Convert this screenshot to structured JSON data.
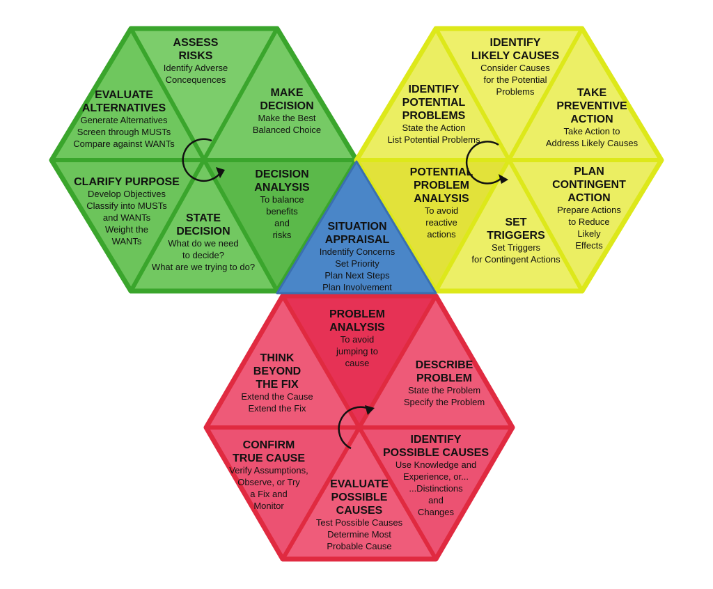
{
  "colors": {
    "green_light": "#7ccd6b",
    "green_dark": "#5bb94a",
    "green_edge": "#3aa52c",
    "yellow_light": "#eef06a",
    "yellow_dark": "#e2e23a",
    "yellow_edge": "#dde81a",
    "red_light": "#ee5a78",
    "red_dark": "#e63255",
    "red_edge": "#e02a40",
    "blue": "#4a86c8",
    "blue_edge": "#3a6fb0",
    "text": "#111111"
  },
  "center": {
    "title": [
      "SITUATION",
      "APPRAISAL"
    ],
    "body": [
      "Indentify Concerns",
      "Set Priority",
      "Plan Next Steps",
      "Plan Involvement"
    ]
  },
  "decision": {
    "assess_risks": {
      "title": [
        "ASSESS",
        "RISKS"
      ],
      "body": [
        "Identify Adverse",
        "Concequences"
      ]
    },
    "make_decision": {
      "title": [
        "MAKE",
        "DECISION"
      ],
      "body": [
        "Make the Best",
        "Balanced Choice"
      ]
    },
    "evaluate_alternatives": {
      "title": [
        "EVALUATE",
        "ALTERNATIVES"
      ],
      "body": [
        "Generate Alternatives",
        "Screen through MUSTs",
        "Compare against WANTs"
      ]
    },
    "clarify_purpose": {
      "title": [
        "CLARIFY PURPOSE"
      ],
      "body": [
        "Develop Objectives",
        "Classify into MUSTs",
        "and WANTs",
        "Weight the",
        "WANTs"
      ]
    },
    "state_decision": {
      "title": [
        "STATE",
        "DECISION"
      ],
      "body": [
        "What do we need",
        "to decide?",
        "What are we trying to do?"
      ]
    },
    "decision_analysis": {
      "title": [
        "DECISION",
        "ANALYSIS"
      ],
      "body": [
        "To balance",
        "benefits",
        "and",
        "risks"
      ]
    }
  },
  "potential": {
    "identify_likely_causes": {
      "title": [
        "IDENTIFY",
        "LIKELY CAUSES"
      ],
      "body": [
        "Consider Causes",
        "for the Potential",
        "Problems"
      ]
    },
    "identify_potential_problems": {
      "title": [
        "IDENTIFY",
        "POTENTIAL",
        "PROBLEMS"
      ],
      "body": [
        "State the Action",
        "List Potential Problems"
      ]
    },
    "take_preventive_action": {
      "title": [
        "TAKE",
        "PREVENTIVE",
        "ACTION"
      ],
      "body": [
        "Take Action to",
        "Address Likely Causes"
      ]
    },
    "potential_problem_analysis": {
      "title": [
        "POTENTIAL",
        "PROBLEM",
        "ANALYSIS"
      ],
      "body": [
        "To avoid",
        "reactive",
        "actions"
      ]
    },
    "plan_contingent_action": {
      "title": [
        "PLAN",
        "CONTINGENT",
        "ACTION"
      ],
      "body": [
        "Prepare Actions",
        "to Reduce",
        "Likely",
        "Effects"
      ]
    },
    "set_triggers": {
      "title": [
        "SET",
        "TRIGGERS"
      ],
      "body": [
        "Set Triggers",
        "for Contingent Actions"
      ]
    }
  },
  "problem": {
    "problem_analysis": {
      "title": [
        "PROBLEM",
        "ANALYSIS"
      ],
      "body": [
        "To avoid",
        "jumping to",
        "cause"
      ]
    },
    "think_beyond_the_fix": {
      "title": [
        "THINK",
        "BEYOND",
        "THE FIX"
      ],
      "body": [
        "Extend the Cause",
        "Extend the Fix"
      ]
    },
    "describe_problem": {
      "title": [
        "DESCRIBE",
        "PROBLEM"
      ],
      "body": [
        "State the Problem",
        "Specify the Problem"
      ]
    },
    "confirm_true_cause": {
      "title": [
        "CONFIRM",
        "TRUE CAUSE"
      ],
      "body": [
        "Verify Assumptions,",
        "Observe, or Try",
        "a Fix and",
        "Monitor"
      ]
    },
    "identify_possible_causes": {
      "title": [
        "IDENTIFY",
        "POSSIBLE CAUSES"
      ],
      "body": [
        "Use Knowledge and",
        "Experience, or...",
        "...Distinctions",
        "and",
        "Changes"
      ]
    },
    "evaluate_possible_causes": {
      "title": [
        "EVALUATE",
        "POSSIBLE",
        "CAUSES"
      ],
      "body": [
        "Test Possible Causes",
        "Determine Most",
        "Probable Cause"
      ]
    }
  }
}
